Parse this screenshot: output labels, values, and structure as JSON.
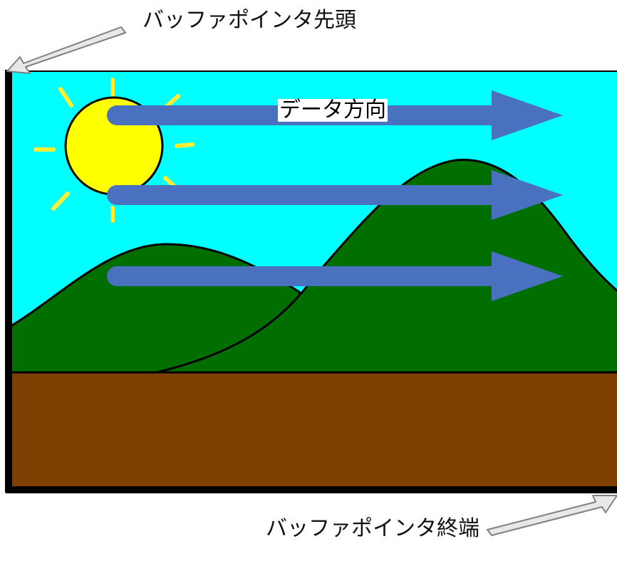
{
  "labels": {
    "buffer_start": "バッファポインタ先頭",
    "buffer_end": "バッファポインタ終端",
    "data_direction": "データ方向"
  },
  "colors": {
    "sky": "#00ffff",
    "sun": "#ffff00",
    "sun_rays": "#ffee33",
    "mountain": "#006f00",
    "ground": "#7f3f00",
    "arrow": "#4a70c0",
    "frame": "#000000",
    "pointer_arrow_fill": "#e8e8e8",
    "pointer_arrow_stroke": "#808080"
  },
  "icons": {
    "start_pointer": "arrow-icon",
    "end_pointer": "arrow-icon",
    "data_flow": "arrow-right-icon"
  }
}
